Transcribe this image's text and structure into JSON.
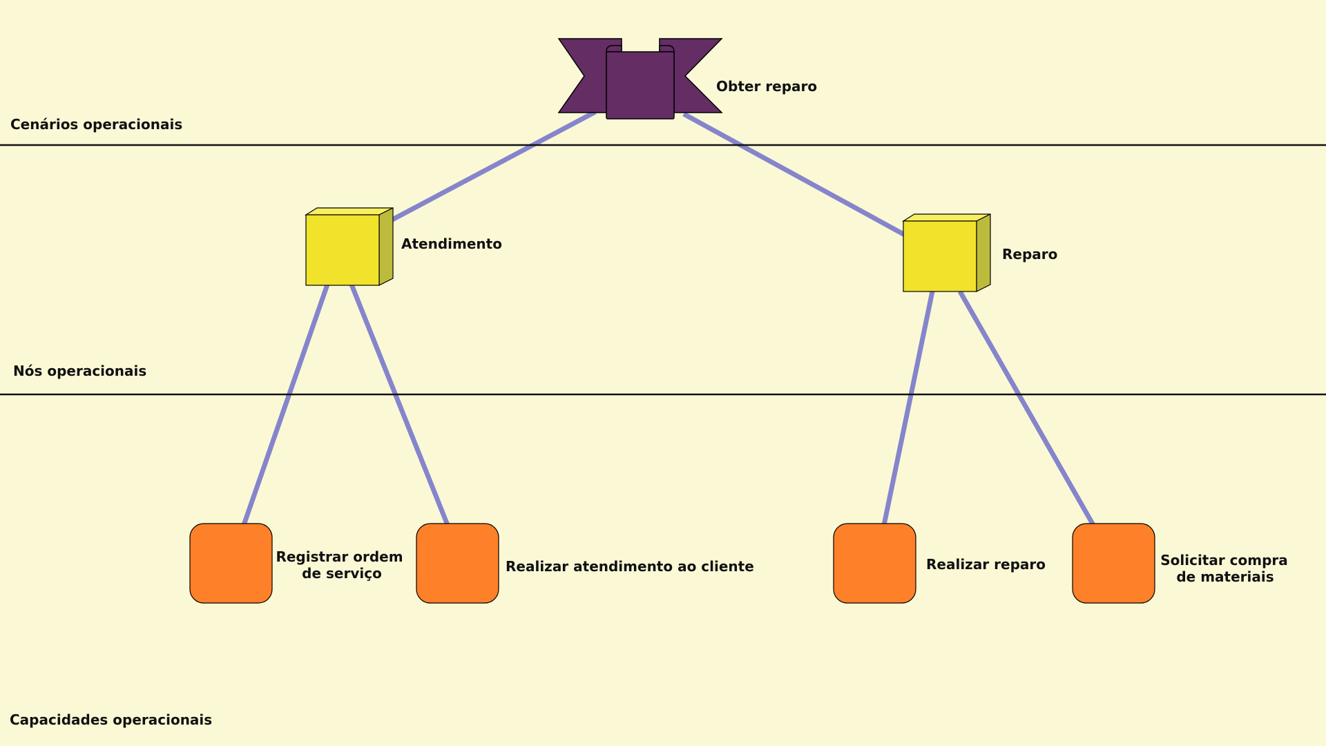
{
  "colors": {
    "background": "#fbf8d6",
    "connector": "#8585cc",
    "lane_line": "#111111",
    "scenario_fill": "#642d64",
    "node_fill": "#f1e22c",
    "node_top": "#f7ef62",
    "node_side": "#bdbb3c",
    "capability_fill": "#fe8028"
  },
  "lanes": {
    "scenarios": "Cenários operacionais",
    "nodes": "Nós operacionais",
    "capabilities": "Capacidades operacionais"
  },
  "scenario": {
    "label": "Obter reparo",
    "icon": "scenario-scroll-icon"
  },
  "operational_nodes": [
    {
      "label": "Atendimento",
      "icon": "node-cube-icon"
    },
    {
      "label": "Reparo",
      "icon": "node-cube-icon"
    }
  ],
  "capabilities": [
    {
      "lines": [
        "Registrar ordem",
        "de serviço"
      ],
      "icon": "capability-rounded-square-icon"
    },
    {
      "lines": [
        "Realizar atendimento ao cliente"
      ],
      "icon": "capability-rounded-square-icon"
    },
    {
      "lines": [
        "Realizar reparo"
      ],
      "icon": "capability-rounded-square-icon"
    },
    {
      "lines": [
        "Solicitar compra",
        "de materiais"
      ],
      "icon": "capability-rounded-square-icon"
    }
  ]
}
